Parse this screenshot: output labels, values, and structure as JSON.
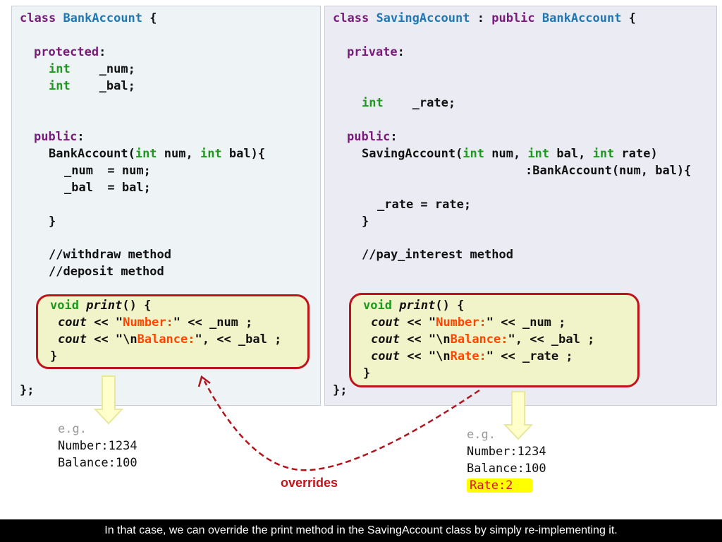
{
  "left": {
    "class_kw": "class",
    "class_name": "BankAccount",
    "open": " {",
    "protected_kw": "protected",
    "colon": ":",
    "int1": "int",
    "num_decl": "    _num;",
    "int2": "int",
    "bal_decl": "    _bal;",
    "public_kw": "public",
    "public_colon": ":",
    "ctor_name": "BankAccount(",
    "ctor_int1": "int",
    "ctor_mid": " num, ",
    "ctor_int2": "int",
    "ctor_end": " bal){",
    "assign1": "_num  = num;",
    "assign2": "_bal  = bal;",
    "close_ctor": "}",
    "comment1": "//withdraw method",
    "comment2": "//deposit method",
    "void_kw": "void",
    "print_fn": "print",
    "print_open": "() {",
    "cout1": "cout",
    "c1a": " << \"",
    "c1s": "Number:",
    "c1b": "\" << _num ;",
    "cout2": "cout",
    "c2a": " << \"\\n",
    "c2s": "Balance:",
    "c2b": "\", << _bal ;",
    "close_print": "}",
    "close_class": "};"
  },
  "right": {
    "class_kw": "class",
    "class_name": "SavingAccount",
    "colon_sep": " : ",
    "public_kw": "public",
    "base_name": "BankAccount",
    "open": " {",
    "private_kw": "private",
    "colon": ":",
    "int1": "int",
    "rate_decl": "    _rate;",
    "public2_kw": "public",
    "public_colon": ":",
    "ctor_name": "SavingAccount(",
    "ctor_int1": "int",
    "ctor_m1": " num, ",
    "ctor_int2": "int",
    "ctor_m2": " bal, ",
    "ctor_int3": "int",
    "ctor_end": " rate)",
    "init_list": ":BankAccount(num, bal){",
    "assign": "_rate = rate;",
    "close_ctor": "}",
    "comment": "//pay_interest method",
    "void_kw": "void",
    "print_fn": "print",
    "print_open": "() {",
    "cout1": "cout",
    "c1a": " << \"",
    "c1s": "Number:",
    "c1b": "\" << _num ;",
    "cout2": "cout",
    "c2a": " << \"\\n",
    "c2s": "Balance:",
    "c2b": "\", << _bal ;",
    "cout3": "cout",
    "c3a": " << \"\\n",
    "c3s": "Rate:",
    "c3b": "\" << _rate ;",
    "close_print": "}",
    "close_class": "};"
  },
  "output_left": {
    "eg": "e.g.",
    "line1": "Number:1234",
    "line2": "Balance:100"
  },
  "output_right": {
    "eg": "e.g.",
    "line1": "Number:1234",
    "line2": "Balance:100",
    "line3": "Rate:2"
  },
  "overrides_label": "overrides",
  "caption": "In that case, we can override the print method in the SavingAccount class by simply re-implementing it.",
  "colors": {
    "keyword": "#7a1a7a",
    "class": "#1f78b4",
    "type": "#1d9a1d",
    "string": "#ff4500",
    "highlight": "#c0141c"
  }
}
